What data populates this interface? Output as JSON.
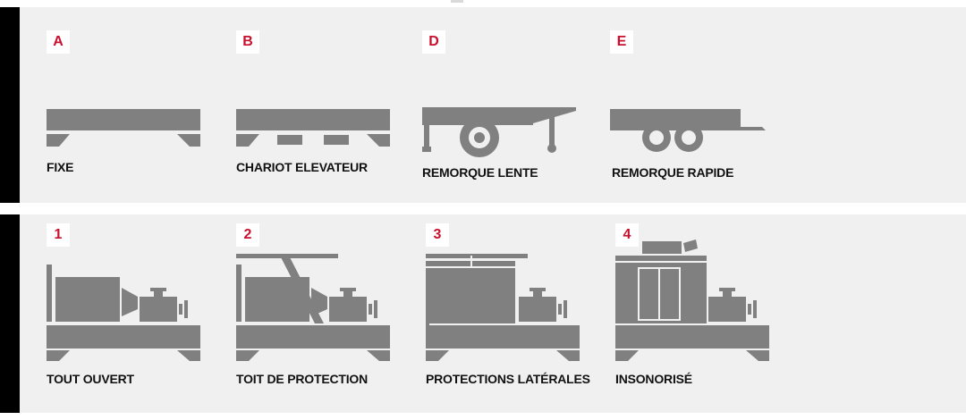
{
  "colors": {
    "accent": "#c8102e",
    "icon": "#808080",
    "panel": "#f0f0f0",
    "side_bar": "#000000"
  },
  "top_row": [
    {
      "badge": "A",
      "label": "FIXE",
      "icon": "fixed-skid-base-icon"
    },
    {
      "badge": "B",
      "label": "CHARIOT ELEVATEUR",
      "icon": "forklift-base-icon"
    },
    {
      "badge": "D",
      "label": "REMORQUE LENTE",
      "icon": "slow-trailer-icon"
    },
    {
      "badge": "E",
      "label": "REMORQUE RAPIDE",
      "icon": "fast-trailer-icon"
    }
  ],
  "bottom_row": [
    {
      "badge": "1",
      "label": "TOUT OUVERT",
      "icon": "open-generator-icon"
    },
    {
      "badge": "2",
      "label": "TOIT DE PROTECTION",
      "icon": "canopy-roof-generator-icon"
    },
    {
      "badge": "3",
      "label": "PROTECTIONS LATÉRALES",
      "icon": "side-panels-generator-icon"
    },
    {
      "badge": "4",
      "label": "INSONORISÉ",
      "icon": "soundproof-generator-icon"
    }
  ]
}
